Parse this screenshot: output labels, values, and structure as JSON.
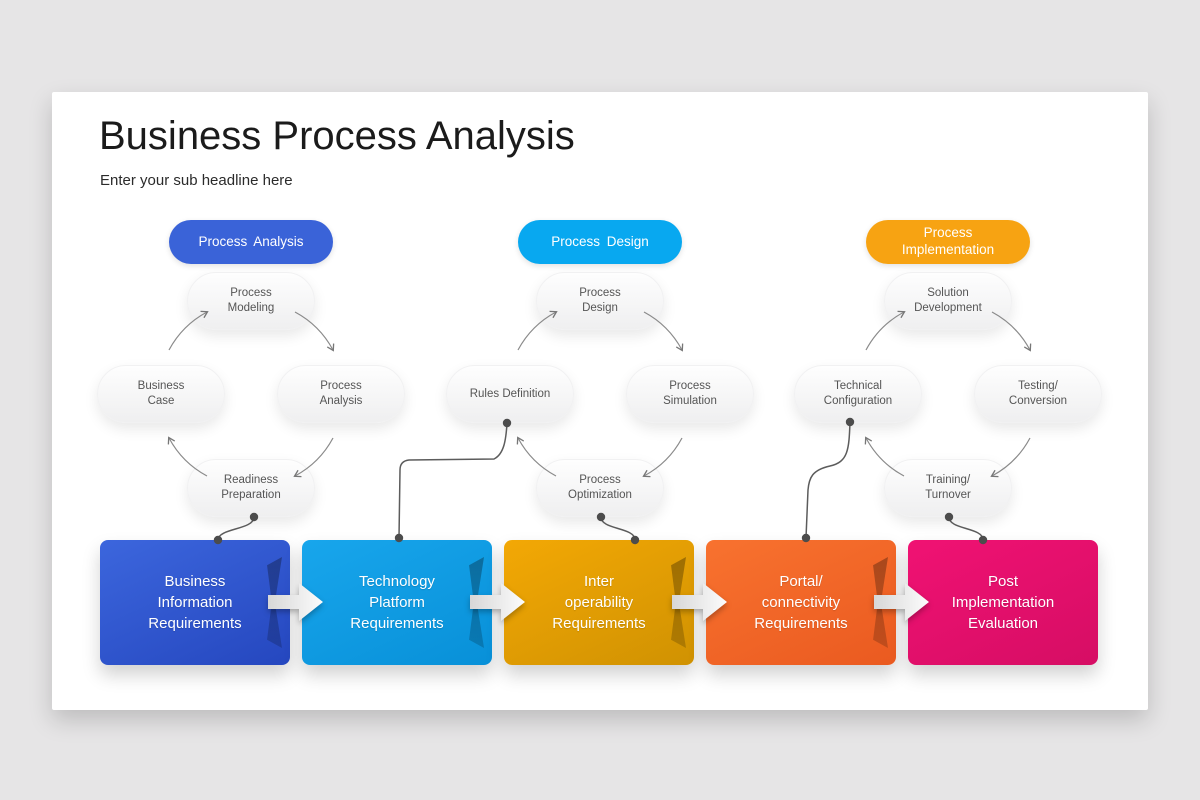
{
  "header": {
    "title": "Business Process Analysis",
    "subtitle": "Enter your sub headline here"
  },
  "colors": {
    "page_background": "#e6e5e6",
    "slide_background": "#ffffff",
    "node_text": "#555555",
    "connector_line": "#5c5c5c",
    "arc_line": "#8a8a8a"
  },
  "cycles": [
    {
      "label": "Process Analysis",
      "pill_color": "#3a63d8",
      "nodes": {
        "top": "Process\nModeling",
        "right": "Process\nAnalysis",
        "bottom": "Readiness\nPreparation",
        "left": "Business\nCase"
      }
    },
    {
      "label": "Process Design",
      "pill_color": "#08a8f0",
      "nodes": {
        "top": "Process\nDesign",
        "right": "Process\nSimulation",
        "bottom": "Process\nOptimization",
        "left": "Rules Definition"
      }
    },
    {
      "label": "Process\nImplementation",
      "pill_color": "#f7a312",
      "nodes": {
        "top": "Solution\nDevelopment",
        "right": "Testing/\nConversion",
        "bottom": "Training/\nTurnover",
        "left": "Technical\nConfiguration"
      }
    }
  ],
  "steps": [
    {
      "label": "Business\nInformation\nRequirements",
      "color_top": "#3c66dd",
      "color_bottom": "#2547bf"
    },
    {
      "label": "Technology\nPlatform\nRequirements",
      "color_top": "#18a6ec",
      "color_bottom": "#0890d8"
    },
    {
      "label": "Inter\noperability\nRequirements",
      "color_top": "#f3a805",
      "color_bottom": "#d09202"
    },
    {
      "label": "Portal/\nconnectivity\nRequirements",
      "color_top": "#f8722f",
      "color_bottom": "#ea5a20"
    },
    {
      "label": "Post\nImplementation\nEvaluation",
      "color_top": "#f01273",
      "color_bottom": "#d60d64"
    }
  ]
}
